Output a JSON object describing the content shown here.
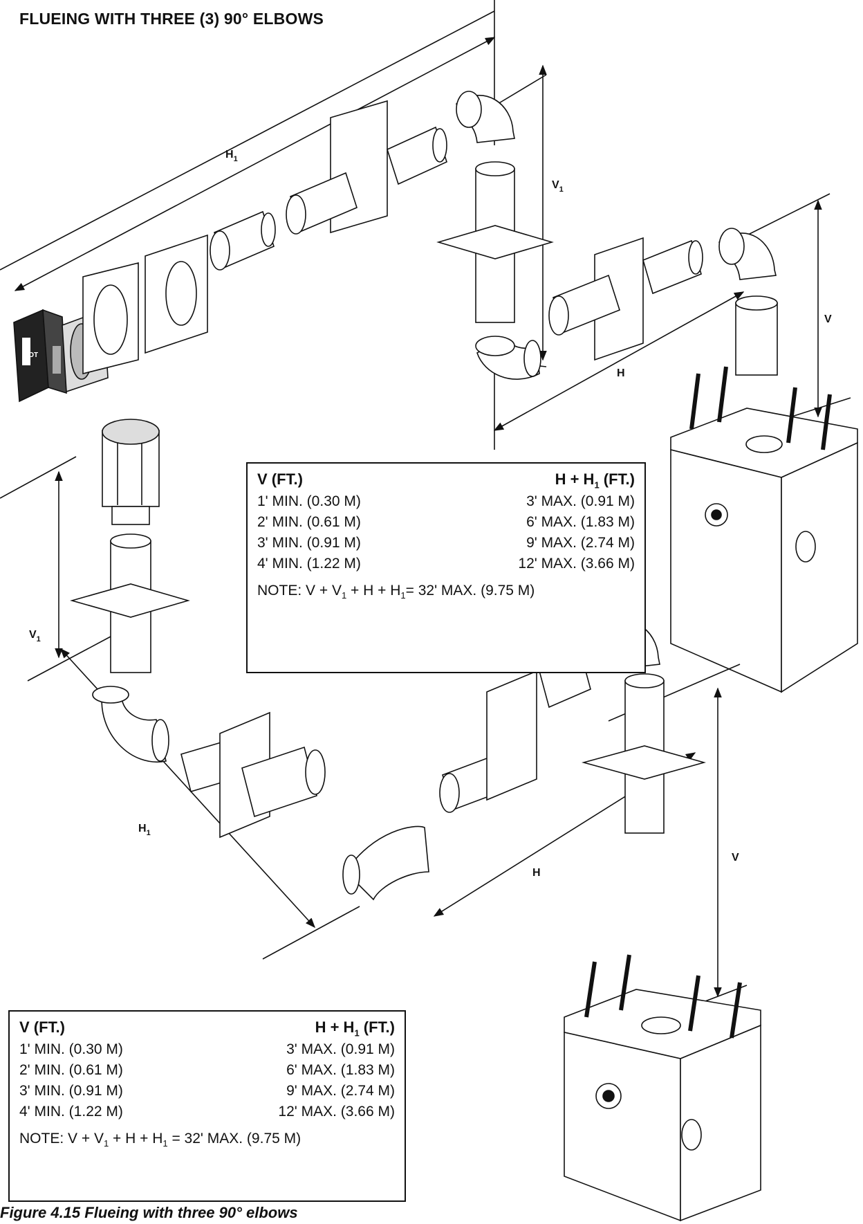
{
  "title": "FLUEING WITH THREE (3) 90° ELBOWS",
  "caption": "Figure 4.15  Flueing with three 90° elbows",
  "labels": {
    "h1": "H",
    "h1_sub": "1",
    "v1": "V",
    "v1_sub": "1",
    "v": "V",
    "h": "H",
    "hot": "HOT"
  },
  "table_top": {
    "col1_header": "V (FT.)",
    "col2_header_a": "H + H",
    "col2_header_sub": "1",
    "col2_header_b": " (FT.)",
    "rows": [
      {
        "v": "1'  MIN.  (0.30 M)",
        "h": "3' MAX.  (0.91 M)"
      },
      {
        "v": "2'  MIN.  (0.61 M)",
        "h": "6' MAX.  (1.83 M)"
      },
      {
        "v": "3'  MIN.  (0.91 M)",
        "h": "9' MAX.  (2.74 M)"
      },
      {
        "v": "4'  MIN.  (1.22 M)",
        "h": "12' MAX.  (3.66 M)"
      }
    ],
    "note_a": "NOTE: V + V",
    "note_sub1": "1",
    "note_b": " + H + H",
    "note_sub2": "1",
    "note_c": "= 32' MAX. (9.75 M)"
  },
  "table_bottom": {
    "col1_header": "V (FT.)",
    "col2_header_a": "H  + H",
    "col2_header_sub": "1",
    "col2_header_b": "  (FT.)",
    "rows": [
      {
        "v": "1'  MIN. (0.30 M)",
        "h": "3' MAX. (0.91 M)"
      },
      {
        "v": "2'  MIN. (0.61 M)",
        "h": "6' MAX. (1.83 M)"
      },
      {
        "v": "3'  MIN. (0.91 M)",
        "h": "9' MAX. (2.74 M)"
      },
      {
        "v": "4'  MIN. (1.22 M)",
        "h": "12' MAX. (3.66 M)"
      }
    ],
    "note_a": "NOTE: V + V",
    "note_sub1": "1",
    "note_b": " + H + H",
    "note_sub2": "1",
    "note_c": " = 32' MAX. (9.75 M)"
  }
}
